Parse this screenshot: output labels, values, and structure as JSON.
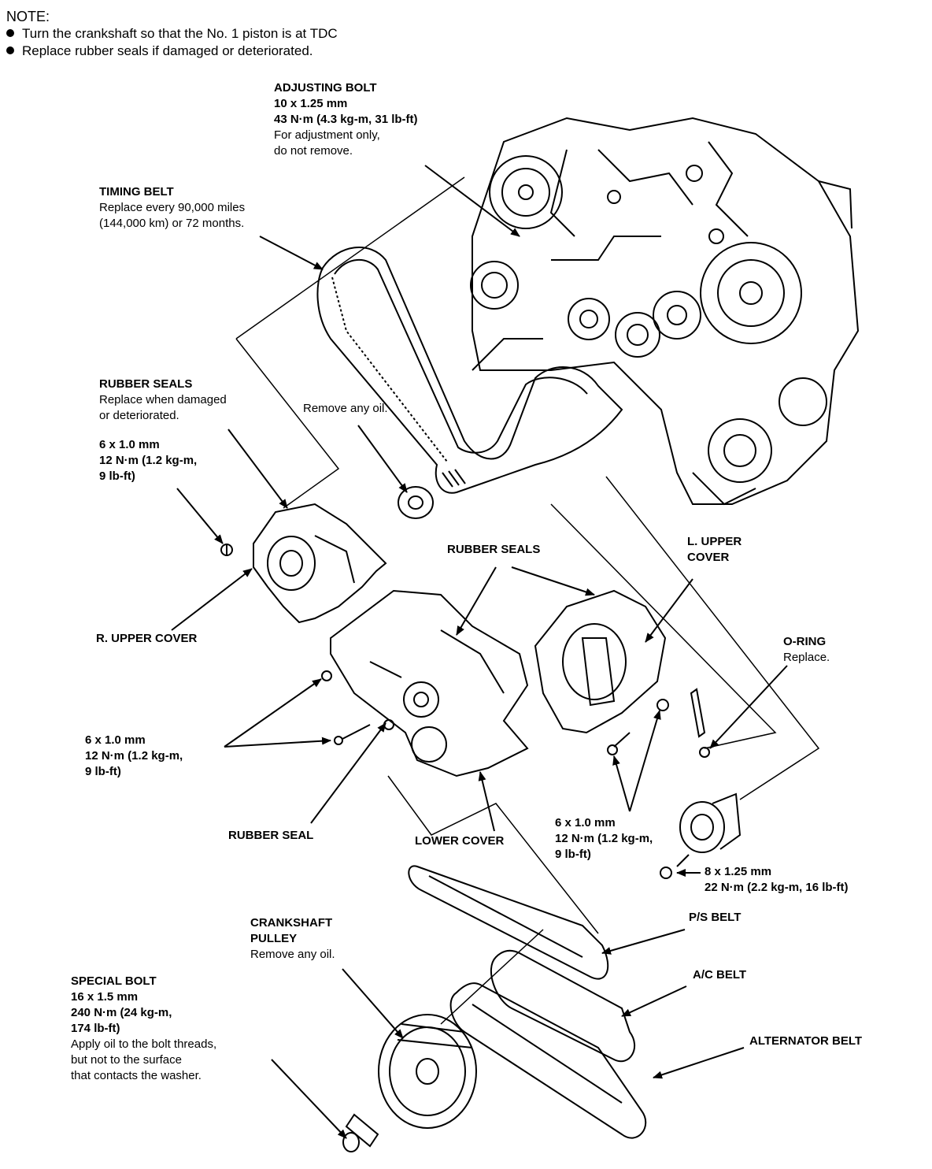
{
  "note": {
    "title": "NOTE:",
    "items": [
      "Turn the crankshaft so that the No. 1 piston is at TDC",
      "Replace rubber seals if damaged or deteriorated."
    ]
  },
  "labels": {
    "adjusting_bolt": {
      "title": "ADJUSTING BOLT",
      "size": "10 x 1.25 mm",
      "torque": "43 N·m (4.3 kg-m, 31 lb-ft)",
      "note1": "For adjustment only,",
      "note2": "do not remove."
    },
    "timing_belt": {
      "title": "TIMING BELT",
      "note1": "Replace every 90,000 miles",
      "note2": "(144,000 km) or 72 months."
    },
    "rubber_seals_left": {
      "title": "RUBBER SEALS",
      "note1": "Replace when damaged",
      "note2": "or deteriorated."
    },
    "bolt_upper_left": {
      "size": "6 x 1.0 mm",
      "torque1": "12 N·m (1.2 kg-m,",
      "torque2": "9 lb-ft)"
    },
    "remove_oil_top": "Remove any oil.",
    "rubber_seals_center": "RUBBER SEALS",
    "l_upper_cover": {
      "line1": "L. UPPER",
      "line2": "COVER"
    },
    "r_upper_cover": "R. UPPER COVER",
    "o_ring": {
      "title": "O-RING",
      "note": "Replace."
    },
    "bolt_middle_left": {
      "size": "6 x 1.0 mm",
      "torque1": "12 N·m (1.2 kg-m,",
      "torque2": "9 lb-ft)"
    },
    "rubber_seal": "RUBBER SEAL",
    "lower_cover": "LOWER COVER",
    "bolt_middle_right": {
      "size": "6 x 1.0 mm",
      "torque1": "12 N·m (1.2 kg-m,",
      "torque2": "9 lb-ft)"
    },
    "bolt_tensioner": {
      "size": "8 x 1.25 mm",
      "torque": "22 N·m (2.2 kg-m, 16 lb-ft)"
    },
    "crankshaft_pulley": {
      "line1": "CRANKSHAFT",
      "line2": "PULLEY",
      "note": "Remove any oil."
    },
    "ps_belt": "P/S BELT",
    "ac_belt": "A/C BELT",
    "alternator_belt": "ALTERNATOR BELT",
    "special_bolt": {
      "title": "SPECIAL BOLT",
      "size": "16 x 1.5 mm",
      "torque1": "240 N·m (24 kg-m,",
      "torque2": "174 lb-ft)",
      "note1": "Apply oil to the bolt threads,",
      "note2": "but not to the surface",
      "note3": "that contacts the washer."
    }
  }
}
